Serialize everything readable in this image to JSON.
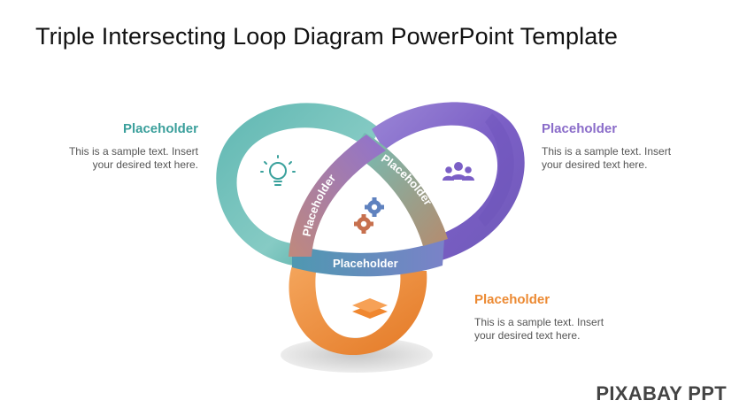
{
  "title": "Triple Intersecting Loop Diagram PowerPoint Template",
  "colors": {
    "teal": "#3a9f9b",
    "purple": "#8a6cc9",
    "orange": "#ec8a33",
    "text_gray": "#555555"
  },
  "callouts": {
    "teal": {
      "heading": "Placeholder",
      "body": "This is a sample text. Insert your desired text here."
    },
    "purple": {
      "heading": "Placeholder",
      "body": "This is a sample text. Insert your desired text here."
    },
    "orange": {
      "heading": "Placeholder",
      "body": "This is a sample text. Insert your desired text here."
    }
  },
  "band_labels": {
    "teal_purple_band": "Placeholder",
    "purple_orange_band": "Placeholder",
    "bottom_band": "Placeholder"
  },
  "icons": {
    "teal_loop": "lightbulb-icon",
    "purple_loop": "team-icon",
    "center": "gears-icon",
    "orange_loop": "layers-icon"
  },
  "watermark": "PIXABAY PPT"
}
